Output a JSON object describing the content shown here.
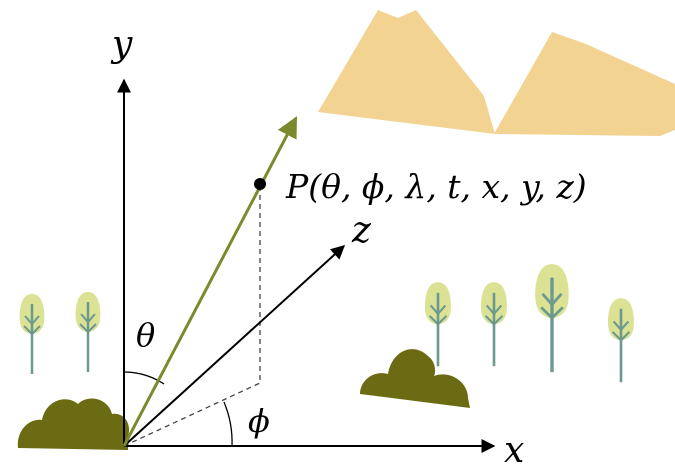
{
  "labels": {
    "y_axis": "y",
    "x_axis": "x",
    "z_axis": "z",
    "theta": "θ",
    "phi": "ϕ",
    "point": "P(θ, ϕ, λ, t, x, y, z)"
  },
  "colors": {
    "mountain": "#f2d392",
    "bush": "#6b6b14",
    "tree_crown": "#dbe293",
    "tree_trunk": "#6c9990",
    "vector": "#7a8a2c",
    "axis": "#000000"
  },
  "icons": [
    "mountain-icon",
    "tree-icon",
    "bush-icon"
  ]
}
